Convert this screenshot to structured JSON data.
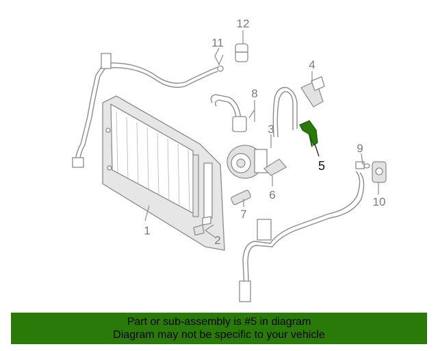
{
  "colors": {
    "banner_bg": "#2a7a0a",
    "highlight_part": "#2a7a0a",
    "parts_gray": "#8a8a8a",
    "condenser_fill": "#e6e6e6"
  },
  "callouts": {
    "c1": "1",
    "c2": "2",
    "c3": "3",
    "c4": "4",
    "c5": "5",
    "c6": "6",
    "c7": "7",
    "c8": "8",
    "c9": "9",
    "c10": "10",
    "c11": "11",
    "c12": "12"
  },
  "banner": {
    "line1": "Part or sub-assembly is #5 in diagram",
    "line2": "Diagram may not be specific to your vehicle"
  }
}
